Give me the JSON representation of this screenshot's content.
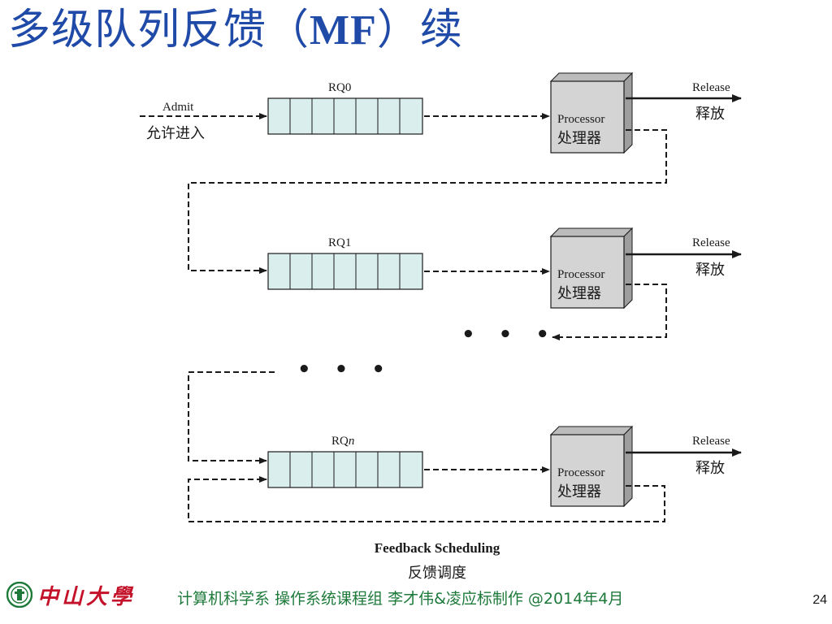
{
  "slide": {
    "title_cn_1": "多级队列反馈（",
    "title_latin": "MF",
    "title_cn_2": "）续",
    "page_number": "24"
  },
  "diagram": {
    "admit_label": "Admit",
    "admit_label_cn": "允许进入",
    "queues": [
      {
        "name": "RQ0",
        "processor_label": "Processor",
        "processor_label_cn": "处理器",
        "release_label": "Release",
        "release_label_cn": "释放"
      },
      {
        "name": "RQ1",
        "processor_label": "Processor",
        "processor_label_cn": "处理器",
        "release_label": "Release",
        "release_label_cn": "释放"
      },
      {
        "name_prefix": "RQ",
        "name_suffix": "n",
        "processor_label": "Processor",
        "processor_label_cn": "处理器",
        "release_label": "Release",
        "release_label_cn": "释放"
      }
    ],
    "ellipsis": "• • •",
    "caption": "Feedback Scheduling",
    "caption_cn": "反馈调度",
    "colors": {
      "queue_fill": "#daeeee",
      "processor_fill": "#d4d4d4",
      "title": "#1f4aa8"
    }
  },
  "footer": {
    "logo_text": "中山大學",
    "credit": "计算机科学系 操作系统课程组 李才伟&凌应标制作 @2014年4月",
    "colors": {
      "logo": "#c4122a",
      "credit": "#1d7a3a"
    }
  }
}
